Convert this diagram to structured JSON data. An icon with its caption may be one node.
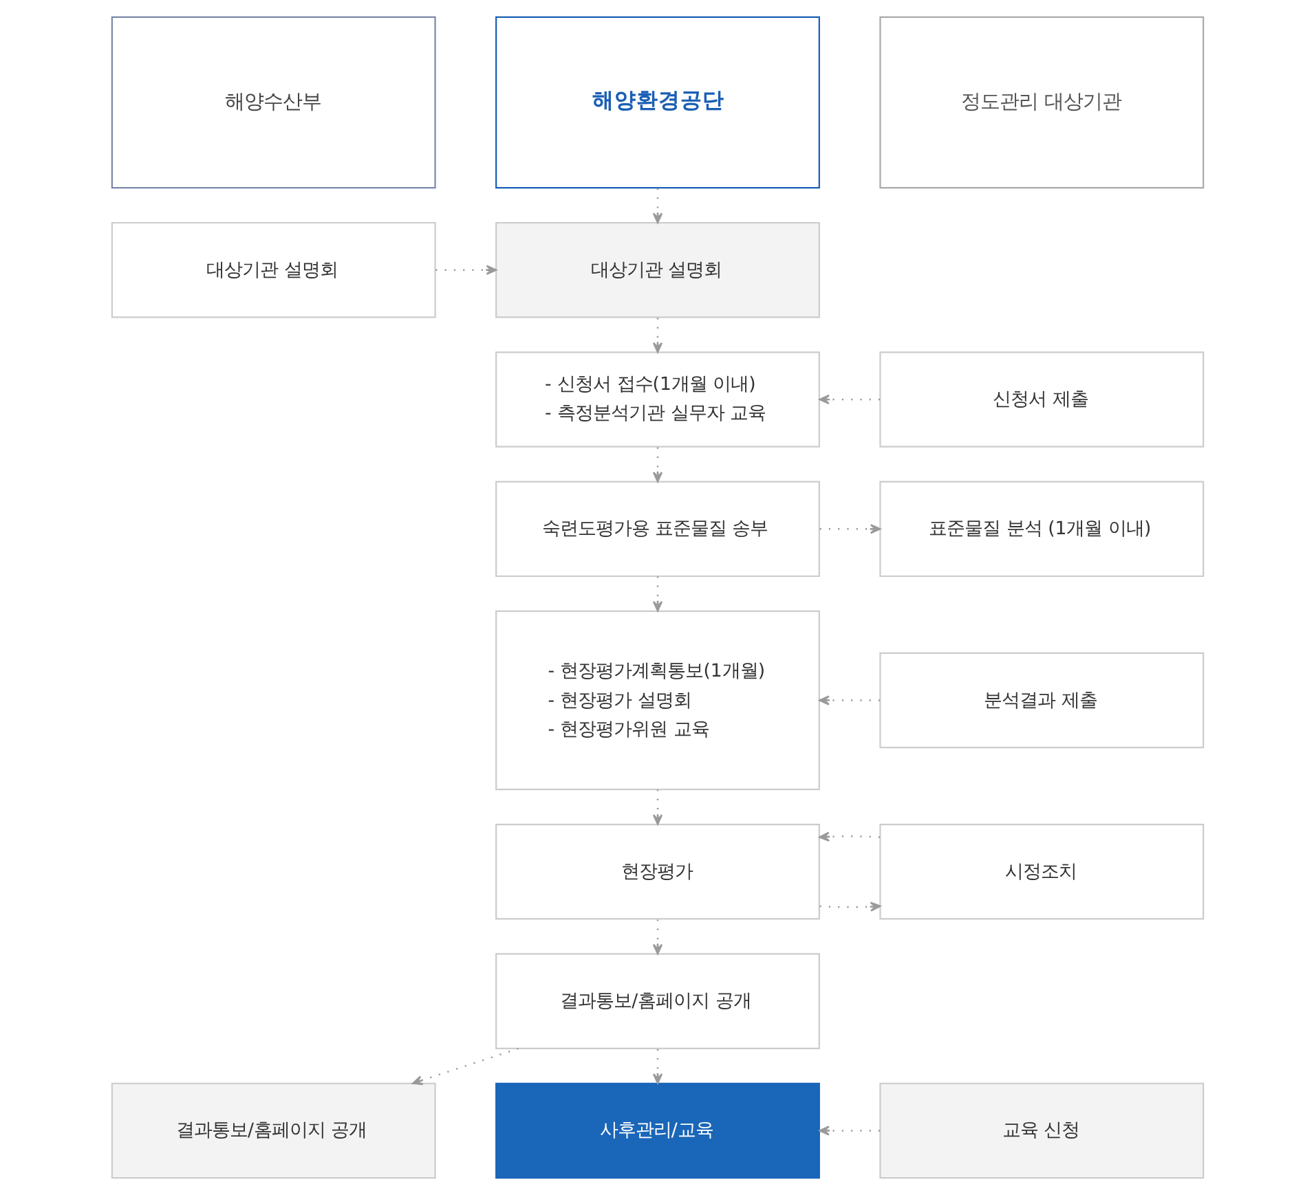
{
  "diagram": {
    "nodes": [
      {
        "text": [
          "해양수산부"
        ]
      },
      {
        "text": [
          "해양환경공단"
        ]
      },
      {
        "text": [
          "정도관리 대상기관"
        ]
      },
      {
        "text": [
          "대상기관 설명회"
        ]
      },
      {
        "text": [
          "대상기관 설명회"
        ]
      },
      {
        "text": [
          "- 신청서 접수(1개월 이내)",
          "- 측정분석기관 실무자 교육"
        ]
      },
      {
        "text": [
          "신청서 제출"
        ]
      },
      {
        "text": [
          "숙련도평가용 표준물질 송부"
        ]
      },
      {
        "text": [
          "표준물질 분석 (1개월 이내)"
        ]
      },
      {
        "text": [
          "- 현장평가계획통보(1개월)",
          "- 현장평가 설명회",
          "- 현장평가위원 교육"
        ]
      },
      {
        "text": [
          "분석결과 제출"
        ]
      },
      {
        "text": [
          "현장평가"
        ]
      },
      {
        "text": [
          "시정조치"
        ]
      },
      {
        "text": [
          "결과통보/홈페이지 공개"
        ]
      },
      {
        "text": [
          "결과통보/홈페이지 공개"
        ]
      },
      {
        "text": [
          "사후관리/교육"
        ]
      },
      {
        "text": [
          "교육 신청"
        ]
      }
    ],
    "edges": [
      {
        "from": 1,
        "to": 4,
        "arrow": "to"
      },
      {
        "from": 3,
        "to": 4,
        "arrow": "to"
      },
      {
        "from": 4,
        "to": 5,
        "arrow": "to"
      },
      {
        "from": 6,
        "to": 5,
        "arrow": "to"
      },
      {
        "from": 5,
        "to": 7,
        "arrow": "to"
      },
      {
        "from": 7,
        "to": 8,
        "arrow": "to"
      },
      {
        "from": 7,
        "to": 9,
        "arrow": "to"
      },
      {
        "from": 10,
        "to": 9,
        "arrow": "to"
      },
      {
        "from": 9,
        "to": 11,
        "arrow": "to"
      },
      {
        "from": 11,
        "to": 12,
        "arrow": "to"
      },
      {
        "from": 12,
        "to": 11,
        "arrow": "to"
      },
      {
        "from": 11,
        "to": 14,
        "arrow": "to"
      },
      {
        "from": 14,
        "to": 13,
        "arrow": "to"
      },
      {
        "from": 14,
        "to": 15,
        "arrow": "to"
      },
      {
        "from": 16,
        "to": 15,
        "arrow": "to"
      }
    ]
  }
}
